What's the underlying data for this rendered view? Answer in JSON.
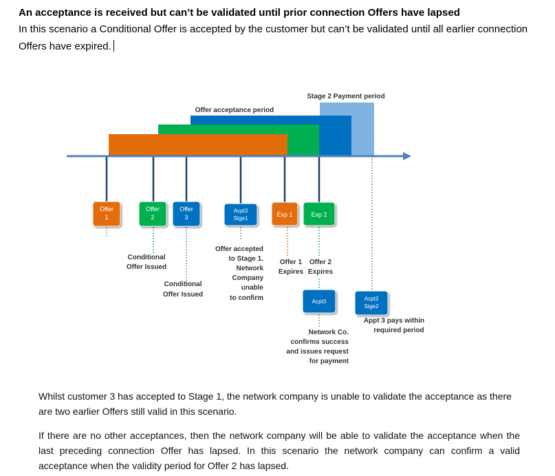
{
  "document": {
    "heading": "An acceptance is received but can’t be validated until prior connection Offers have lapsed",
    "intro": "In this scenario a Conditional Offer is accepted by the customer but can’t be validated until all earlier connection Offers have expired.",
    "paragraph1": "Whilst customer 3 has accepted to Stage 1, the network company is unable to validate the acceptance as there are two earlier Offers still valid in this scenario.",
    "paragraph2": "If there are no other acceptances, then the network company will be able to validate the acceptance when the last preceding connection Offer has lapsed. In this scenario the network company can confirm a valid acceptance when the validity period for Offer 2 has lapsed."
  },
  "diagram": {
    "colors": {
      "orange": "#e36c0a",
      "green": "#00b050",
      "blue": "#0070c0",
      "light_blue": "#7fb3e0",
      "axis": "#4f81bd"
    },
    "period_labels": {
      "stage2_payment": "Stage 2 Payment period",
      "offer_acceptance": "Offer acceptance period"
    },
    "boxes": {
      "offer1": [
        "Offer",
        "1"
      ],
      "offer2": [
        "Offer",
        "2"
      ],
      "offer3": [
        "Offer",
        "3"
      ],
      "acpt3_stge1": [
        "Acpt3",
        "Stge1"
      ],
      "exp1": [
        "Exp 1"
      ],
      "exp2": [
        "Exp 2"
      ],
      "acpt3": [
        "Acpt3"
      ],
      "acpt3_stge2": [
        "Acpt3",
        "Stge2"
      ]
    },
    "notes": {
      "conditional_offer_2": [
        "Conditional",
        "Offer Issued"
      ],
      "conditional_offer_3": [
        "Conditional",
        "Offer Issued"
      ],
      "offer_accepted": [
        "Offer accepted",
        "to Stage 1.",
        "Network",
        "Company",
        "unable",
        "to confirm"
      ],
      "offer1_expires": [
        "Offer 1",
        "Expires"
      ],
      "offer2_expires": [
        "Offer 2",
        "Expires"
      ],
      "network_confirms": [
        "Network Co.",
        "confirms success",
        "and issues request",
        "for payment"
      ],
      "appt3_pays": [
        "Appt 3 pays within",
        "required period"
      ]
    }
  }
}
